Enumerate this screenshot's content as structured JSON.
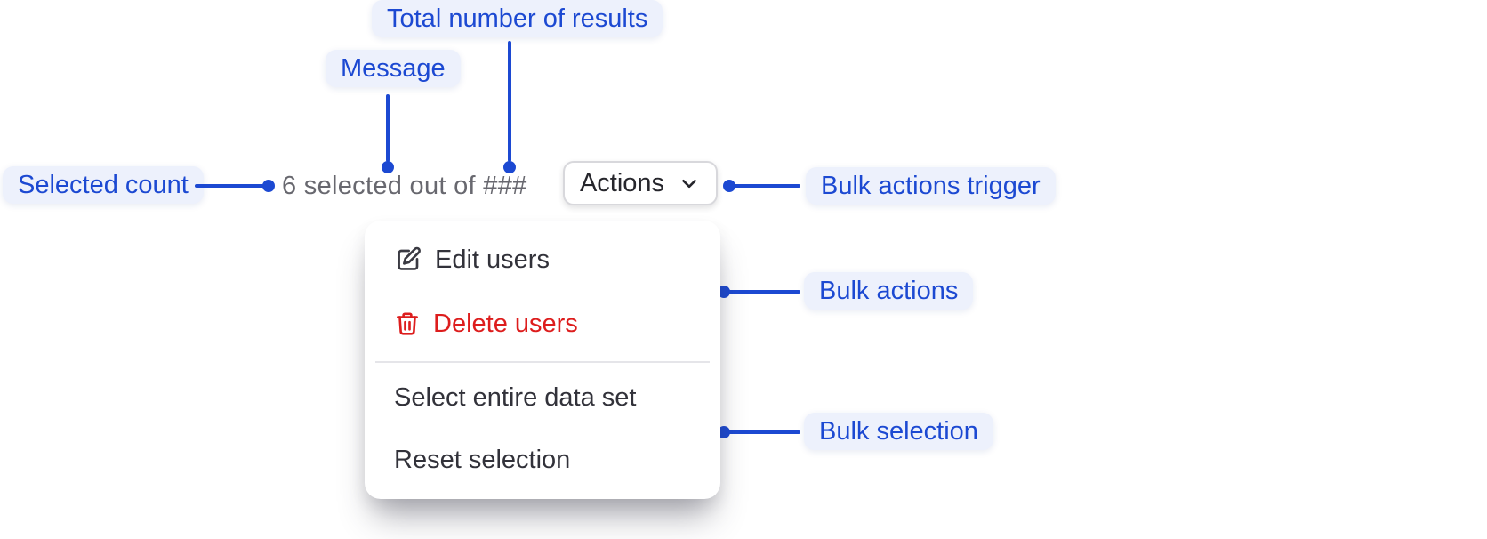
{
  "annotations": {
    "total_results": "Total number of results",
    "message": "Message",
    "selected_count": "Selected count",
    "bulk_actions_trigger": "Bulk actions trigger",
    "bulk_actions": "Bulk actions",
    "bulk_selection": "Bulk selection"
  },
  "toolbar": {
    "message": "6 selected out of ###",
    "actions_label": "Actions"
  },
  "menu": {
    "items": [
      {
        "label": "Edit users",
        "icon": "edit-icon",
        "variant": "default"
      },
      {
        "label": "Delete users",
        "icon": "trash-icon",
        "variant": "danger"
      },
      {
        "label": "Select entire data set",
        "icon": "",
        "variant": "default"
      },
      {
        "label": "Reset selection",
        "icon": "",
        "variant": "default"
      }
    ]
  },
  "colors": {
    "annotation_blue": "#1c49d2",
    "annotation_pill_bg": "#edf1fc",
    "message_gray": "#68686f",
    "menu_text": "#32323a",
    "danger_red": "#dd1d1d",
    "button_border": "#d8d8dc",
    "divider": "#e5e5e9"
  }
}
